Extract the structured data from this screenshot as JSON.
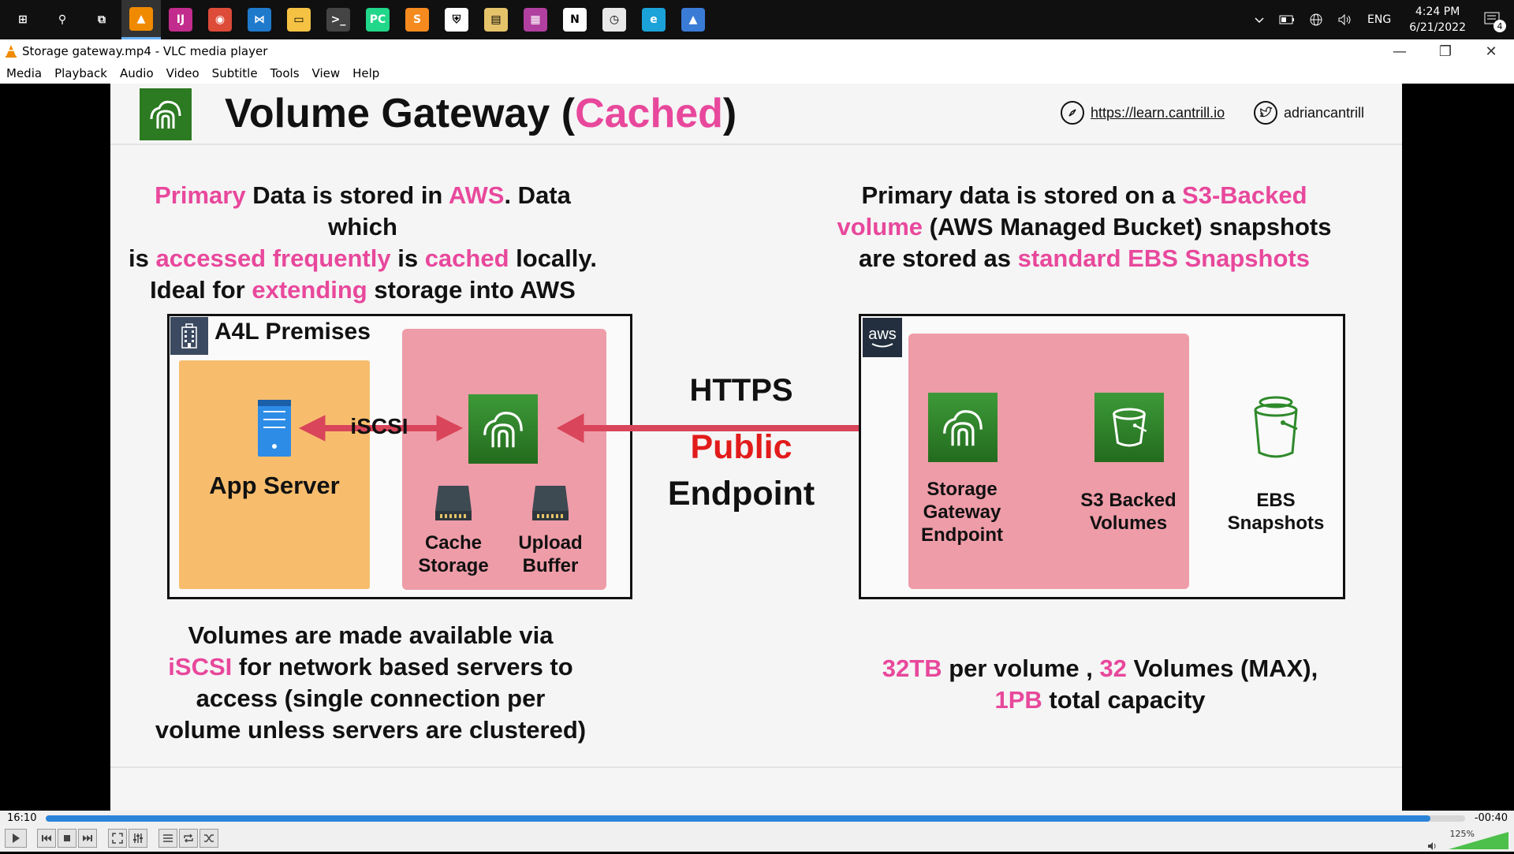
{
  "window": {
    "title": "Storage gateway.mp4 - VLC media player",
    "minimize_glyph": "—",
    "restore_glyph": "❐",
    "close_glyph": "✕"
  },
  "menu": [
    "Media",
    "Playback",
    "Audio",
    "Video",
    "Subtitle",
    "Tools",
    "View",
    "Help"
  ],
  "taskbar": {
    "apps": [
      {
        "name": "windows-start",
        "glyph": "⊞"
      },
      {
        "name": "search",
        "glyph": "⚲"
      },
      {
        "name": "task-view",
        "glyph": "⧉"
      },
      {
        "name": "vlc",
        "glyph": "▲"
      },
      {
        "name": "intellij",
        "glyph": "IJ"
      },
      {
        "name": "chrome",
        "glyph": "◉"
      },
      {
        "name": "vscode",
        "glyph": "⋈"
      },
      {
        "name": "file-explorer",
        "glyph": "▭"
      },
      {
        "name": "terminal",
        "glyph": ">_"
      },
      {
        "name": "pycharm",
        "glyph": "PC"
      },
      {
        "name": "sublime",
        "glyph": "S"
      },
      {
        "name": "security",
        "glyph": "⛨"
      },
      {
        "name": "files",
        "glyph": "▤"
      },
      {
        "name": "app-grid",
        "glyph": "▦"
      },
      {
        "name": "notion",
        "glyph": "N"
      },
      {
        "name": "clock-app",
        "glyph": "◷"
      },
      {
        "name": "edge",
        "glyph": "e"
      },
      {
        "name": "photos",
        "glyph": "▲"
      }
    ],
    "tray": {
      "language": "ENG",
      "time": "4:24 PM",
      "date": "6/21/2022",
      "notifications": "4"
    }
  },
  "slide": {
    "title_pre": "Volume Gateway (",
    "title_accent": "Cached",
    "title_post": ")",
    "website": "https://learn.cantrill.io",
    "twitter": "adriancantrill",
    "left_top": {
      "l1": [
        "Primary",
        " Data is stored in ",
        "AWS",
        ". Data which"
      ],
      "l2": [
        "is ",
        "accessed frequently",
        " is ",
        "cached",
        " locally."
      ],
      "l3": [
        "Ideal for ",
        "extending",
        " storage into AWS"
      ]
    },
    "right_top": {
      "l1": [
        "Primary data is stored on a ",
        "S3-Backed"
      ],
      "l2": [
        "volume",
        " (AWS Managed Bucket) snapshots"
      ],
      "l3": [
        "are stored as ",
        "standard EBS Snapshots"
      ]
    },
    "premises_label": "A4L Premises",
    "app_server_label": "App Server",
    "iscsi_label": "iSCSI",
    "cache_storage_label_1": "Cache",
    "cache_storage_label_2": "Storage",
    "upload_buffer_label_1": "Upload",
    "upload_buffer_label_2": "Buffer",
    "https_label": "HTTPS",
    "public_label": "Public",
    "endpoint_label": "Endpoint",
    "aws_badge": "aws",
    "sg_endpoint_1": "Storage",
    "sg_endpoint_2": "Gateway",
    "sg_endpoint_3": "Endpoint",
    "s3_volumes_1": "S3 Backed",
    "s3_volumes_2": "Volumes",
    "ebs_1": "EBS",
    "ebs_2": "Snapshots",
    "left_bottom": {
      "l1": [
        "Volumes are made available via"
      ],
      "l2": [
        "iSCSI",
        " for network based servers to"
      ],
      "l3": [
        "access (single connection per"
      ],
      "l4": [
        "volume unless servers are clustered)"
      ]
    },
    "right_bottom": {
      "l1": [
        "32TB",
        " per volume , ",
        "32",
        " Volumes (MAX),"
      ],
      "l2": [
        "1PB",
        " total capacity"
      ]
    },
    "colors": {
      "accent": "#e8489c",
      "arrow": "#d9455a",
      "public": "#e21b1b",
      "pink_box": "#ee9ca8",
      "orange_box": "#f7bd6d",
      "green": "#2e8a2a"
    }
  },
  "player": {
    "elapsed": "16:10",
    "remaining": "-00:40",
    "progress": 0.9757,
    "volume_label": "125%",
    "volume_level": 1.25
  }
}
